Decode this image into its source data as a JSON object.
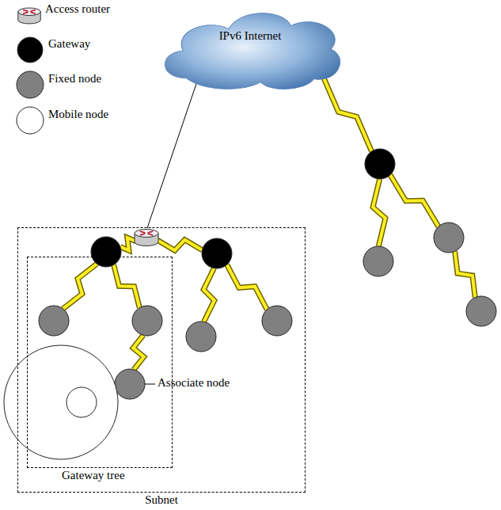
{
  "diagram": {
    "nodes": [
      {
        "text": [
          "Subnet"
        ]
      },
      {
        "text": [
          "Gateway tree"
        ],
        "in": 0
      },
      {
        "text": [
          "IPv6 Internet"
        ]
      }
    ],
    "labels": [
      "Associate node"
    ],
    "legend": [
      {
        "text": "Access router"
      },
      {
        "text": "Gateway"
      },
      {
        "text": "Fixed node"
      },
      {
        "text": "Mobile node"
      }
    ]
  }
}
